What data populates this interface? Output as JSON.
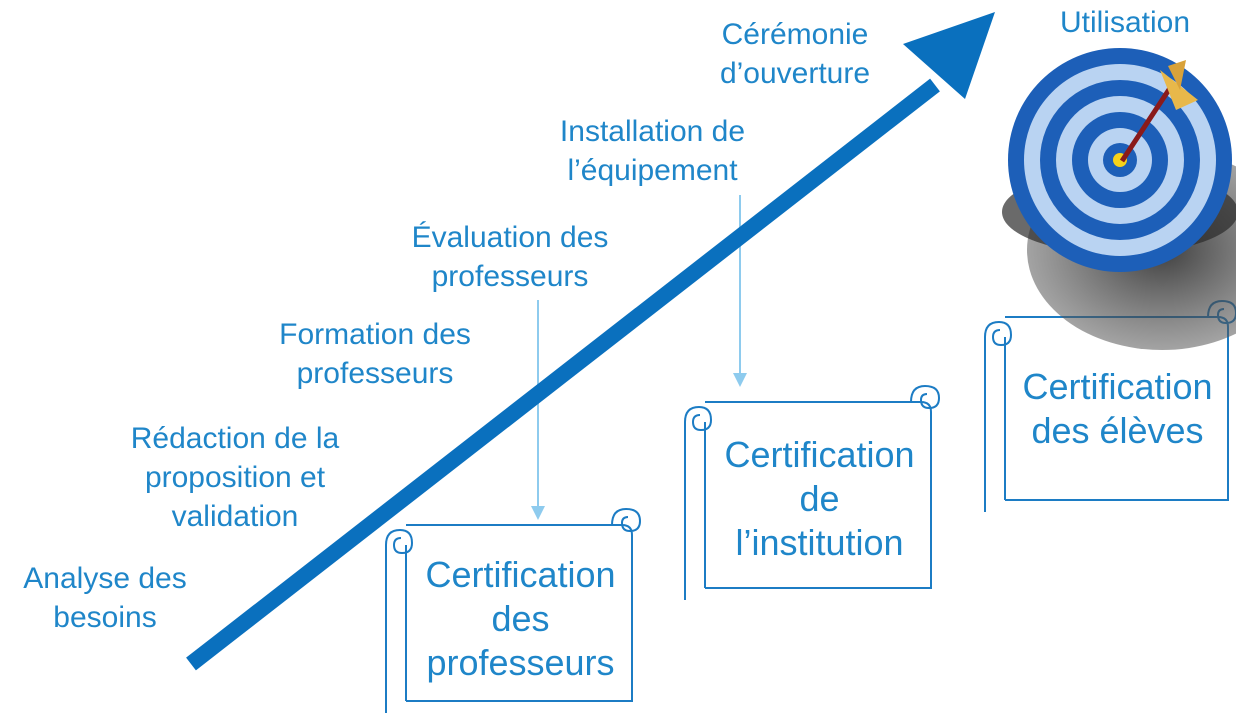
{
  "colors": {
    "arrow": "#0a70be",
    "text": "#1f86c9",
    "connector": "#8ecbee",
    "scroll_stroke": "#1c7cc4",
    "target_dark": "#1d5fb8",
    "target_light": "#b9d3f2"
  },
  "steps": [
    "Analyse des\nbesoins",
    "Rédaction de la\nproposition et\nvalidation",
    "Formation des\nprofesseurs",
    "Évaluation des\nprofesseurs",
    "Installation de\nl’équipement",
    "Cérémonie\nd’ouverture",
    "Utilisation"
  ],
  "certifications": [
    "Certification\ndes\nprofesseurs",
    "Certification\nde\nl’institution",
    "Certification\ndes élèves"
  ],
  "icons": {
    "progress_arrow": "diagonal-arrow-icon",
    "target": "bullseye-target-icon",
    "scroll": "scroll-document-icon"
  }
}
